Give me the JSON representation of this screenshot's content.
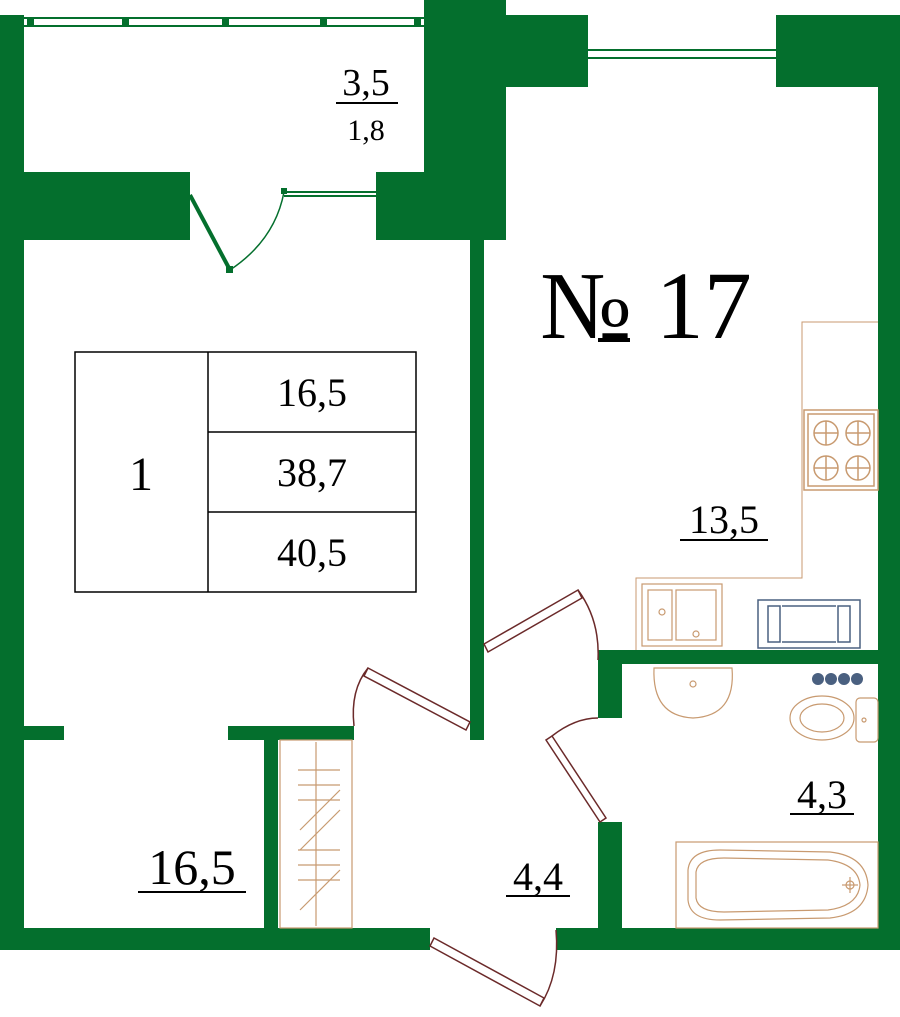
{
  "apartment": {
    "number_label": "№ 17",
    "rooms_count": "1",
    "living_area": "16,5",
    "total_area": "38,7",
    "total_area_with_balcony": "40,5"
  },
  "rooms": {
    "balcony_area": "3,5",
    "balcony_reduced_area": "1,8",
    "kitchen_area": "13,5",
    "living_room_area": "16,5",
    "hallway_area": "4,4",
    "bathroom_area": "4,3"
  },
  "colors": {
    "wall": "#046f2d",
    "furniture": "#c89a70",
    "door": "#6b2a2a",
    "window": "#046f2d",
    "tv_unit": "#4a6080",
    "dots": "#4a6080"
  }
}
